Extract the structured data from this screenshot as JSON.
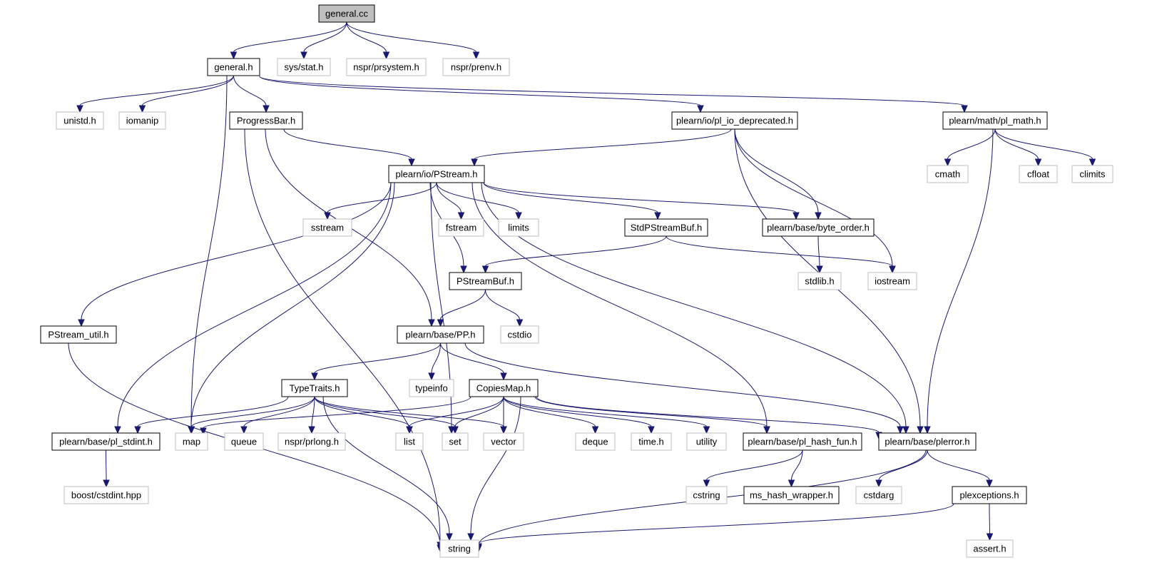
{
  "colors": {
    "edge": "#191970",
    "root_fill": "#bfbfbf",
    "project_border": "#000000",
    "external_border": "#bfbfbf",
    "background": "#ffffff"
  },
  "root": "general.cc",
  "nodes": [
    {
      "id": "general_cc",
      "label": "general.cc",
      "kind": "root"
    },
    {
      "id": "general_h",
      "label": "general.h",
      "kind": "project"
    },
    {
      "id": "sys_stat_h",
      "label": "sys/stat.h",
      "kind": "external"
    },
    {
      "id": "nspr_prsystem_h",
      "label": "nspr/prsystem.h",
      "kind": "external"
    },
    {
      "id": "nspr_prenv_h",
      "label": "nspr/prenv.h",
      "kind": "external"
    },
    {
      "id": "unistd_h",
      "label": "unistd.h",
      "kind": "external"
    },
    {
      "id": "iomanip",
      "label": "iomanip",
      "kind": "external"
    },
    {
      "id": "progressbar_h",
      "label": "ProgressBar.h",
      "kind": "project"
    },
    {
      "id": "pl_io_deprecated_h",
      "label": "plearn/io/pl_io_deprecated.h",
      "kind": "project"
    },
    {
      "id": "pl_math_h",
      "label": "plearn/math/pl_math.h",
      "kind": "project"
    },
    {
      "id": "pstream_h",
      "label": "plearn/io/PStream.h",
      "kind": "project"
    },
    {
      "id": "cmath",
      "label": "cmath",
      "kind": "external"
    },
    {
      "id": "cfloat",
      "label": "cfloat",
      "kind": "external"
    },
    {
      "id": "climits",
      "label": "climits",
      "kind": "external"
    },
    {
      "id": "sstream",
      "label": "sstream",
      "kind": "external"
    },
    {
      "id": "fstream",
      "label": "fstream",
      "kind": "external"
    },
    {
      "id": "limits",
      "label": "limits",
      "kind": "external"
    },
    {
      "id": "stdpstreambuf_h",
      "label": "StdPStreamBuf.h",
      "kind": "project"
    },
    {
      "id": "byte_order_h",
      "label": "plearn/base/byte_order.h",
      "kind": "project"
    },
    {
      "id": "pstreambuf_h",
      "label": "PStreamBuf.h",
      "kind": "project"
    },
    {
      "id": "stdlib_h",
      "label": "stdlib.h",
      "kind": "external"
    },
    {
      "id": "iostream",
      "label": "iostream",
      "kind": "external"
    },
    {
      "id": "pstream_util_h",
      "label": "PStream_util.h",
      "kind": "project"
    },
    {
      "id": "pp_h",
      "label": "plearn/base/PP.h",
      "kind": "project"
    },
    {
      "id": "cstdio",
      "label": "cstdio",
      "kind": "external"
    },
    {
      "id": "typetraits_h",
      "label": "TypeTraits.h",
      "kind": "project"
    },
    {
      "id": "typeinfo",
      "label": "typeinfo",
      "kind": "external"
    },
    {
      "id": "copiesmap_h",
      "label": "CopiesMap.h",
      "kind": "project"
    },
    {
      "id": "pl_stdint_h",
      "label": "plearn/base/pl_stdint.h",
      "kind": "project"
    },
    {
      "id": "map",
      "label": "map",
      "kind": "external"
    },
    {
      "id": "queue",
      "label": "queue",
      "kind": "external"
    },
    {
      "id": "nspr_prlong_h",
      "label": "nspr/prlong.h",
      "kind": "external"
    },
    {
      "id": "list",
      "label": "list",
      "kind": "external"
    },
    {
      "id": "set",
      "label": "set",
      "kind": "external"
    },
    {
      "id": "vector",
      "label": "vector",
      "kind": "external"
    },
    {
      "id": "deque",
      "label": "deque",
      "kind": "external"
    },
    {
      "id": "time_h",
      "label": "time.h",
      "kind": "external"
    },
    {
      "id": "utility",
      "label": "utility",
      "kind": "external"
    },
    {
      "id": "pl_hash_fun_h",
      "label": "plearn/base/pl_hash_fun.h",
      "kind": "project"
    },
    {
      "id": "plerror_h",
      "label": "plearn/base/plerror.h",
      "kind": "project"
    },
    {
      "id": "boost_cstdint_hpp",
      "label": "boost/cstdint.hpp",
      "kind": "external"
    },
    {
      "id": "cstring",
      "label": "cstring",
      "kind": "external"
    },
    {
      "id": "ms_hash_wrapper_h",
      "label": "ms_hash_wrapper.h",
      "kind": "project"
    },
    {
      "id": "cstdarg",
      "label": "cstdarg",
      "kind": "external"
    },
    {
      "id": "plexceptions_h",
      "label": "plexceptions.h",
      "kind": "project"
    },
    {
      "id": "string",
      "label": "string",
      "kind": "external"
    },
    {
      "id": "assert_h",
      "label": "assert.h",
      "kind": "external"
    }
  ],
  "edges": [
    [
      "general_cc",
      "general_h"
    ],
    [
      "general_cc",
      "sys_stat_h"
    ],
    [
      "general_cc",
      "nspr_prsystem_h"
    ],
    [
      "general_cc",
      "nspr_prenv_h"
    ],
    [
      "general_h",
      "unistd_h"
    ],
    [
      "general_h",
      "iomanip"
    ],
    [
      "general_h",
      "progressbar_h"
    ],
    [
      "general_h",
      "pl_io_deprecated_h"
    ],
    [
      "general_h",
      "pl_math_h"
    ],
    [
      "general_h",
      "map"
    ],
    [
      "progressbar_h",
      "pstream_h"
    ],
    [
      "progressbar_h",
      "pp_h"
    ],
    [
      "progressbar_h",
      "string"
    ],
    [
      "pl_io_deprecated_h",
      "pstream_h"
    ],
    [
      "pl_io_deprecated_h",
      "byte_order_h"
    ],
    [
      "pl_io_deprecated_h",
      "iostream"
    ],
    [
      "pl_io_deprecated_h",
      "plerror_h"
    ],
    [
      "pl_math_h",
      "cmath"
    ],
    [
      "pl_math_h",
      "cfloat"
    ],
    [
      "pl_math_h",
      "climits"
    ],
    [
      "pl_math_h",
      "plerror_h"
    ],
    [
      "pstream_h",
      "sstream"
    ],
    [
      "pstream_h",
      "fstream"
    ],
    [
      "pstream_h",
      "limits"
    ],
    [
      "pstream_h",
      "stdpstreambuf_h"
    ],
    [
      "pstream_h",
      "byte_order_h"
    ],
    [
      "pstream_h",
      "pstreambuf_h"
    ],
    [
      "pstream_h",
      "pstream_util_h"
    ],
    [
      "pstream_h",
      "pl_stdint_h"
    ],
    [
      "pstream_h",
      "map"
    ],
    [
      "pstream_h",
      "set"
    ],
    [
      "pstream_h",
      "pl_hash_fun_h"
    ],
    [
      "pstream_h",
      "plerror_h"
    ],
    [
      "stdpstreambuf_h",
      "pstreambuf_h"
    ],
    [
      "stdpstreambuf_h",
      "iostream"
    ],
    [
      "byte_order_h",
      "stdlib_h"
    ],
    [
      "pstreambuf_h",
      "pp_h"
    ],
    [
      "pstreambuf_h",
      "cstdio"
    ],
    [
      "pstream_util_h",
      "string"
    ],
    [
      "pp_h",
      "typetraits_h"
    ],
    [
      "pp_h",
      "typeinfo"
    ],
    [
      "pp_h",
      "copiesmap_h"
    ],
    [
      "pp_h",
      "plerror_h"
    ],
    [
      "typetraits_h",
      "pl_stdint_h"
    ],
    [
      "typetraits_h",
      "map"
    ],
    [
      "typetraits_h",
      "queue"
    ],
    [
      "typetraits_h",
      "nspr_prlong_h"
    ],
    [
      "typetraits_h",
      "list"
    ],
    [
      "typetraits_h",
      "set"
    ],
    [
      "typetraits_h",
      "vector"
    ],
    [
      "typetraits_h",
      "string"
    ],
    [
      "copiesmap_h",
      "map"
    ],
    [
      "copiesmap_h",
      "list"
    ],
    [
      "copiesmap_h",
      "set"
    ],
    [
      "copiesmap_h",
      "vector"
    ],
    [
      "copiesmap_h",
      "deque"
    ],
    [
      "copiesmap_h",
      "time_h"
    ],
    [
      "copiesmap_h",
      "utility"
    ],
    [
      "copiesmap_h",
      "pl_hash_fun_h"
    ],
    [
      "copiesmap_h",
      "plerror_h"
    ],
    [
      "copiesmap_h",
      "string"
    ],
    [
      "pl_stdint_h",
      "boost_cstdint_hpp"
    ],
    [
      "pl_hash_fun_h",
      "cstring"
    ],
    [
      "pl_hash_fun_h",
      "ms_hash_wrapper_h"
    ],
    [
      "plerror_h",
      "cstdarg"
    ],
    [
      "plerror_h",
      "plexceptions_h"
    ],
    [
      "plerror_h",
      "string"
    ],
    [
      "plexceptions_h",
      "string"
    ],
    [
      "plexceptions_h",
      "assert_h"
    ]
  ]
}
